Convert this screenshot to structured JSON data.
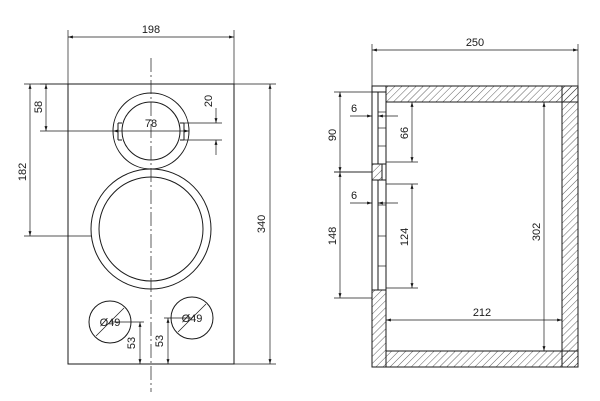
{
  "front_view": {
    "width": "198",
    "height": "340",
    "tweeter_offset": "58",
    "woofer_offset": "182",
    "tweeter_width": "78",
    "tweeter_flange": "20",
    "port_left_diameter": "Ø49",
    "port_right_diameter": "Ø49",
    "port_left_height": "53",
    "port_right_height": "53"
  },
  "side_view": {
    "depth": "250",
    "inner_depth": "212",
    "inner_height": "302",
    "tweeter_cutout_height": "90",
    "tweeter_recess": "6",
    "tweeter_opening": "66",
    "woofer_cutout_height": "148",
    "woofer_recess": "6",
    "woofer_opening": "124"
  },
  "colors": {
    "line": "#1a1a1a",
    "background": "#ffffff"
  }
}
